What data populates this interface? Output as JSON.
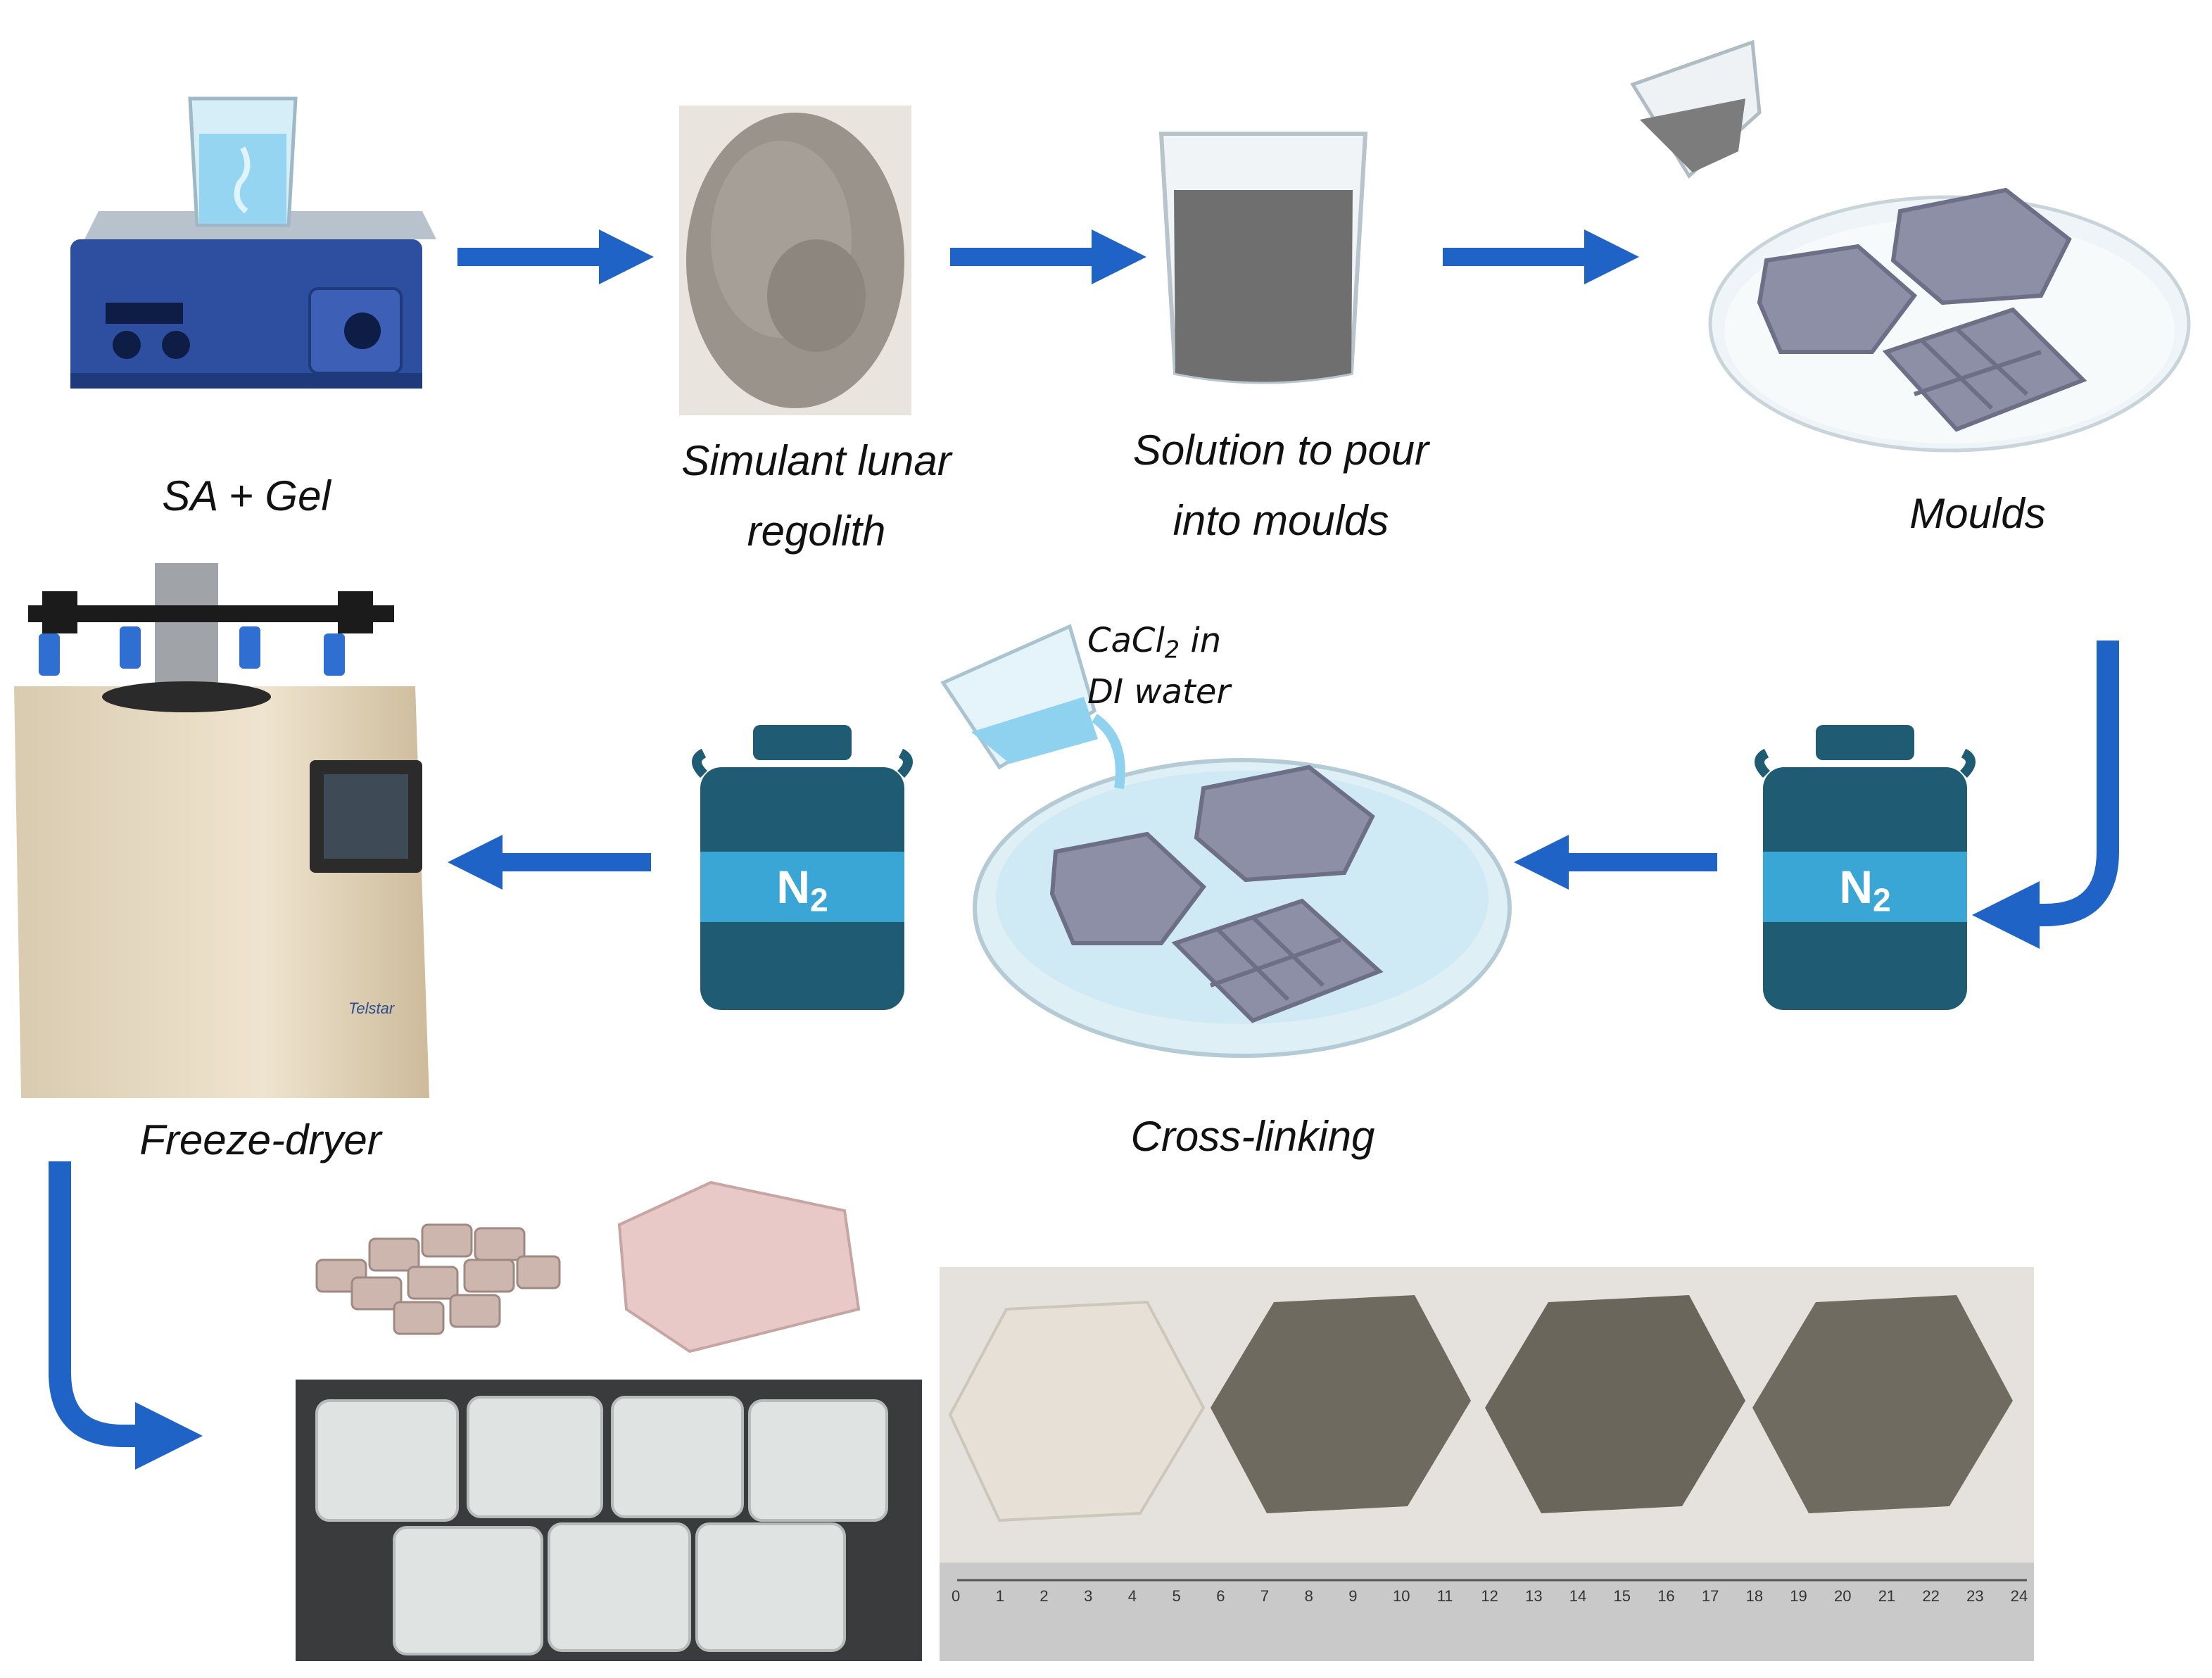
{
  "steps": {
    "sa_gel": "SA + Gel",
    "regolith_line1": "Simulant lunar",
    "regolith_line2": "regolith",
    "solution_line1": "Solution to pour",
    "solution_line2": "into moulds",
    "moulds": "Moulds",
    "cross_linking": "Cross-linking",
    "freeze_dryer": "Freeze-dryer"
  },
  "reagent": {
    "formula_base": "CaCl",
    "formula_subscript": "2",
    "formula_suffix": " in",
    "line2": "DI water"
  },
  "nitrogen_dewar": {
    "symbol": "N",
    "subscript": "2"
  },
  "freeze_dryer_brand": "Telstar",
  "ruler_ticks": [
    "0",
    "1",
    "2",
    "3",
    "4",
    "5",
    "6",
    "7",
    "8",
    "9",
    "10",
    "11",
    "12",
    "13",
    "14",
    "15",
    "16",
    "17",
    "18",
    "19",
    "20",
    "21",
    "22",
    "23",
    "24"
  ],
  "colors": {
    "arrow": "#1f63c6",
    "dewar": "#1f5b73",
    "dewar_band": "#3aa6d6",
    "mould": "#8c8fa6",
    "dish_liquid": "#cfe9f5",
    "regolith": "#9a938c",
    "solution": "#6f6f6f"
  }
}
